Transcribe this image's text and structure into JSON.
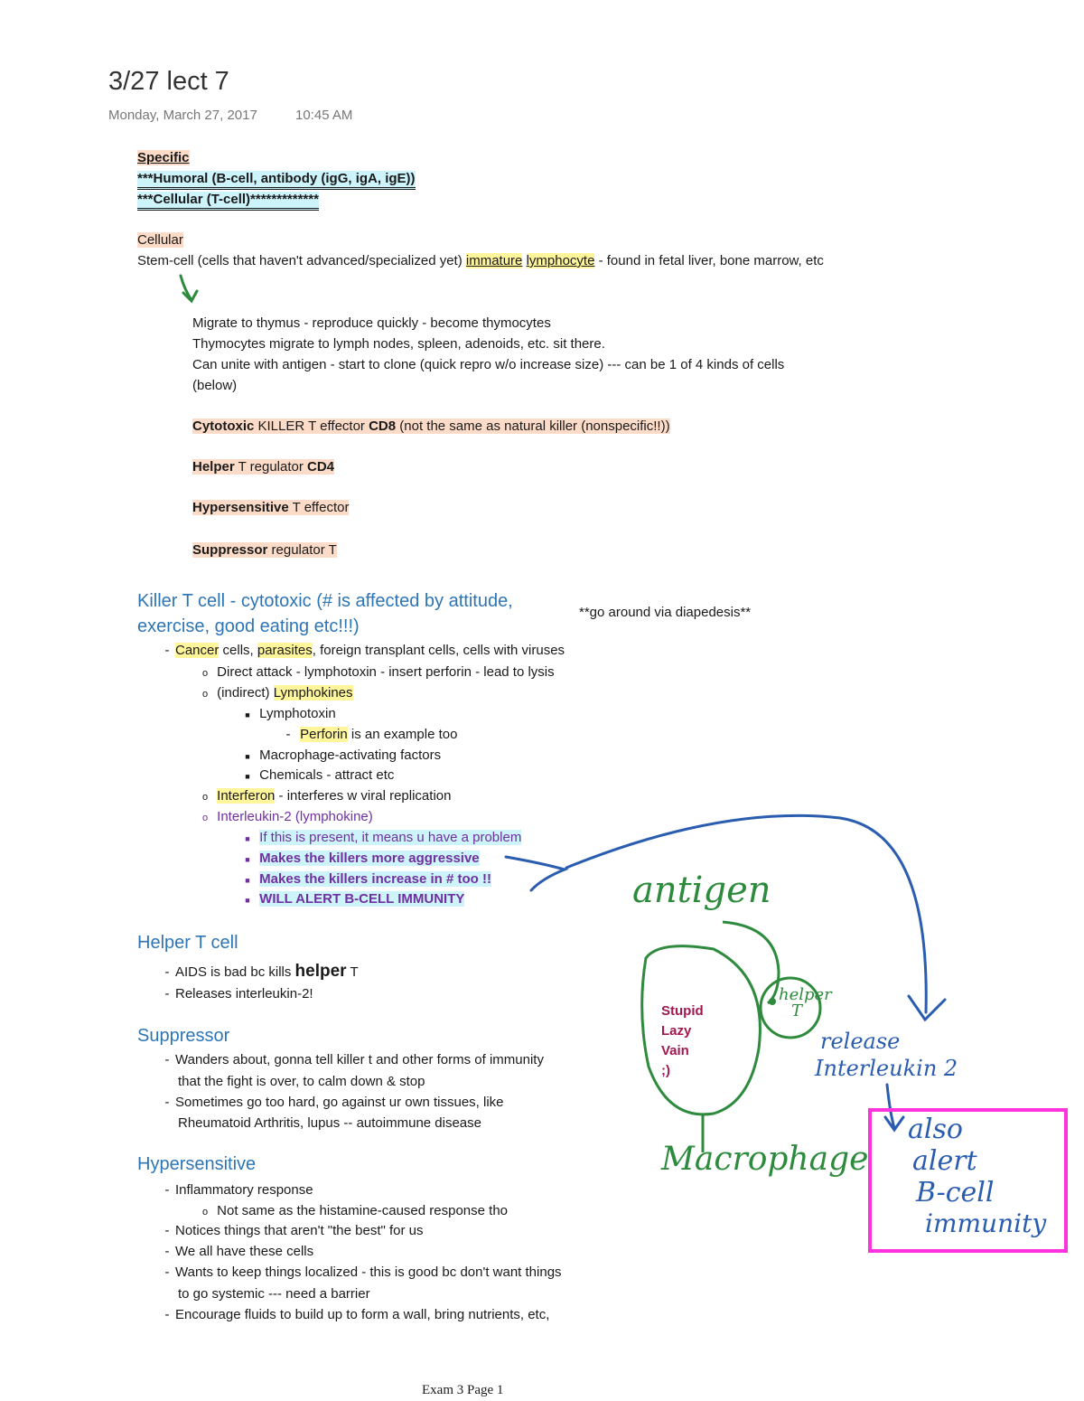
{
  "header": {
    "title": "3/27 lect 7",
    "date": "Monday, March 27, 2017",
    "time": "10:45 AM"
  },
  "top": {
    "specific": "Specific",
    "humoral": "***Humoral (B-cell, antibody (igG, igA, igE))",
    "cellular_t": "***Cellular (T-cell)*************",
    "cellular": "Cellular",
    "stem_a": "Stem-cell (cells that haven't advanced/specialized yet) ",
    "stem_immature": "immature",
    "stem_lymphocyte": "lymphocyte",
    "stem_b": " - found in fetal liver, bone marrow, etc"
  },
  "migrate": {
    "line1": "Migrate to thymus - reproduce quickly - become thymocytes",
    "line2": "Thymocytes migrate to lymph nodes, spleen, adenoids, etc. sit there.",
    "line3": "Can unite with antigen - start to clone (quick repro w/o increase size) --- can be 1 of 4 kinds of cells",
    "line4": "(below)"
  },
  "types": {
    "cyto_b": "Cytotoxic",
    "cyto_mid": " KILLER T effector ",
    "cyto_cd8": "CD8",
    "cyto_end": " (not the same as natural killer (nonspecific!!))",
    "helper_b": "Helper",
    "helper_mid": " T regulator ",
    "helper_cd4": "CD4",
    "hyper_b": "Hypersensitive",
    "hyper_end": " T effector",
    "supp_b": "Suppressor",
    "supp_end": " regulator T"
  },
  "killer": {
    "heading1": "Killer T cell - cytotoxic (# is affected by attitude,",
    "heading2": "exercise, good eating etc!!!)",
    "side_note": "**go around via diapedesis**",
    "b1_cancer": "Cancer",
    "b1_a": " cells, ",
    "b1_parasites": "parasites",
    "b1_b": ", foreign transplant cells, cells with viruses",
    "direct": "Direct attack - lymphotoxin - insert perforin - lead to lysis",
    "indirect_a": "(indirect) ",
    "indirect_b": "Lymphokines",
    "lymphotoxin": "Lymphotoxin",
    "perforin": "Perforin",
    "perforin_end": " is an example too",
    "macrophage": "Macrophage-activating factors",
    "chemicals": "Chemicals - attract etc",
    "interferon": "Interferon",
    "interferon_end": " - interferes w viral replication",
    "il2": "Interleukin-2 (lymphokine)",
    "il2_a": "If this is present, it means u have a problem",
    "il2_b": "Makes the killers more aggressive",
    "il2_c": "Makes the killers increase in # too !!",
    "il2_d": "WILL ALERT B-CELL IMMUNITY"
  },
  "helper": {
    "heading": "Helper T cell",
    "l1_a": "AIDS is bad bc kills ",
    "l1_b": "helper",
    "l1_c": " T",
    "l2": "Releases interleukin-2!"
  },
  "suppressor": {
    "heading": "Suppressor",
    "l1": "Wanders about, gonna tell killer t and other forms of immunity",
    "l1b": "that the fight is over, to calm down & stop",
    "l2": "Sometimes go too hard, go against ur own tissues, like",
    "l2b": "Rheumatoid Arthritis, lupus -- autoimmune disease"
  },
  "hypersensitive": {
    "heading": "Hypersensitive",
    "l1": "Inflammatory response",
    "l1a": "Not same as the histamine-caused response tho",
    "l2": "Notices things that aren't \"the best\" for us",
    "l3": "We all have these cells",
    "l4": "Wants to keep things localized - this is good bc don't want things",
    "l4b": "to go systemic --- need a barrier",
    "l5": "Encourage fluids to build up to form a wall, bring nutrients, etc,"
  },
  "drawing": {
    "antigen": "antigen",
    "stupid": "Stupid",
    "lazy": "Lazy",
    "vain": "Vain",
    "wink": ";)",
    "helper_t": "helper",
    "t": "T",
    "release": "release",
    "interleukin": "Interleukin 2",
    "macrophage": "Macrophage",
    "also": "also",
    "alert": "alert",
    "bcell": "B-cell",
    "immunity": "immunity"
  },
  "footer": "Exam 3 Page 1",
  "colors": {
    "heading_blue": "#2e75b6",
    "purple": "#7030a0",
    "ink_green": "#2e8b3e",
    "ink_blue": "#2a5db0",
    "magenta": "#ff33dd"
  }
}
